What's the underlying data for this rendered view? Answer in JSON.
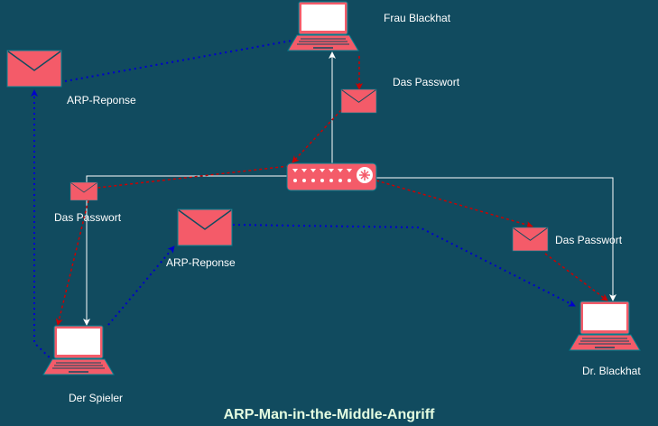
{
  "title": "ARP-Man-in-the-Middle-Angriff",
  "nodes": {
    "frau_blackhat": "Frau Blackhat",
    "der_spieler": "Der Spieler",
    "dr_blackhat": "Dr. Blackhat"
  },
  "labels": {
    "arp_top": "ARP-Reponse",
    "arp_mid": "ARP-Reponse",
    "pw_top": "Das Passwort",
    "pw_left": "Das Passwort",
    "pw_right": "Das Passwort"
  },
  "colors": {
    "background": "#114B5F",
    "device": "#F45B69",
    "device_stroke": "#028090",
    "screen": "#FFFFFF",
    "link": "#FFFFFF",
    "attack_flow": "#CC0000",
    "arp_flow": "#0000CC",
    "title": "#E4FDE1"
  }
}
